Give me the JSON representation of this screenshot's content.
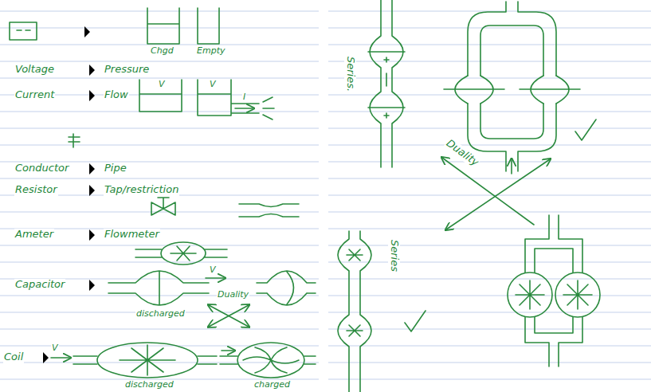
{
  "diagram": {
    "labels": [
      "Chgd",
      "Empty",
      "Voltage",
      "Pressure",
      "Current",
      "Flow",
      "V",
      "V",
      "I",
      "Conductor",
      "Pipe",
      "Resistor",
      "Tap/restriction",
      "Ameter",
      "Flowmeter",
      "Capacitor",
      "discharged",
      "V",
      "Duality",
      "Coil",
      "V",
      "discharged",
      "charged",
      "Series.",
      "Duality",
      "Series"
    ]
  }
}
